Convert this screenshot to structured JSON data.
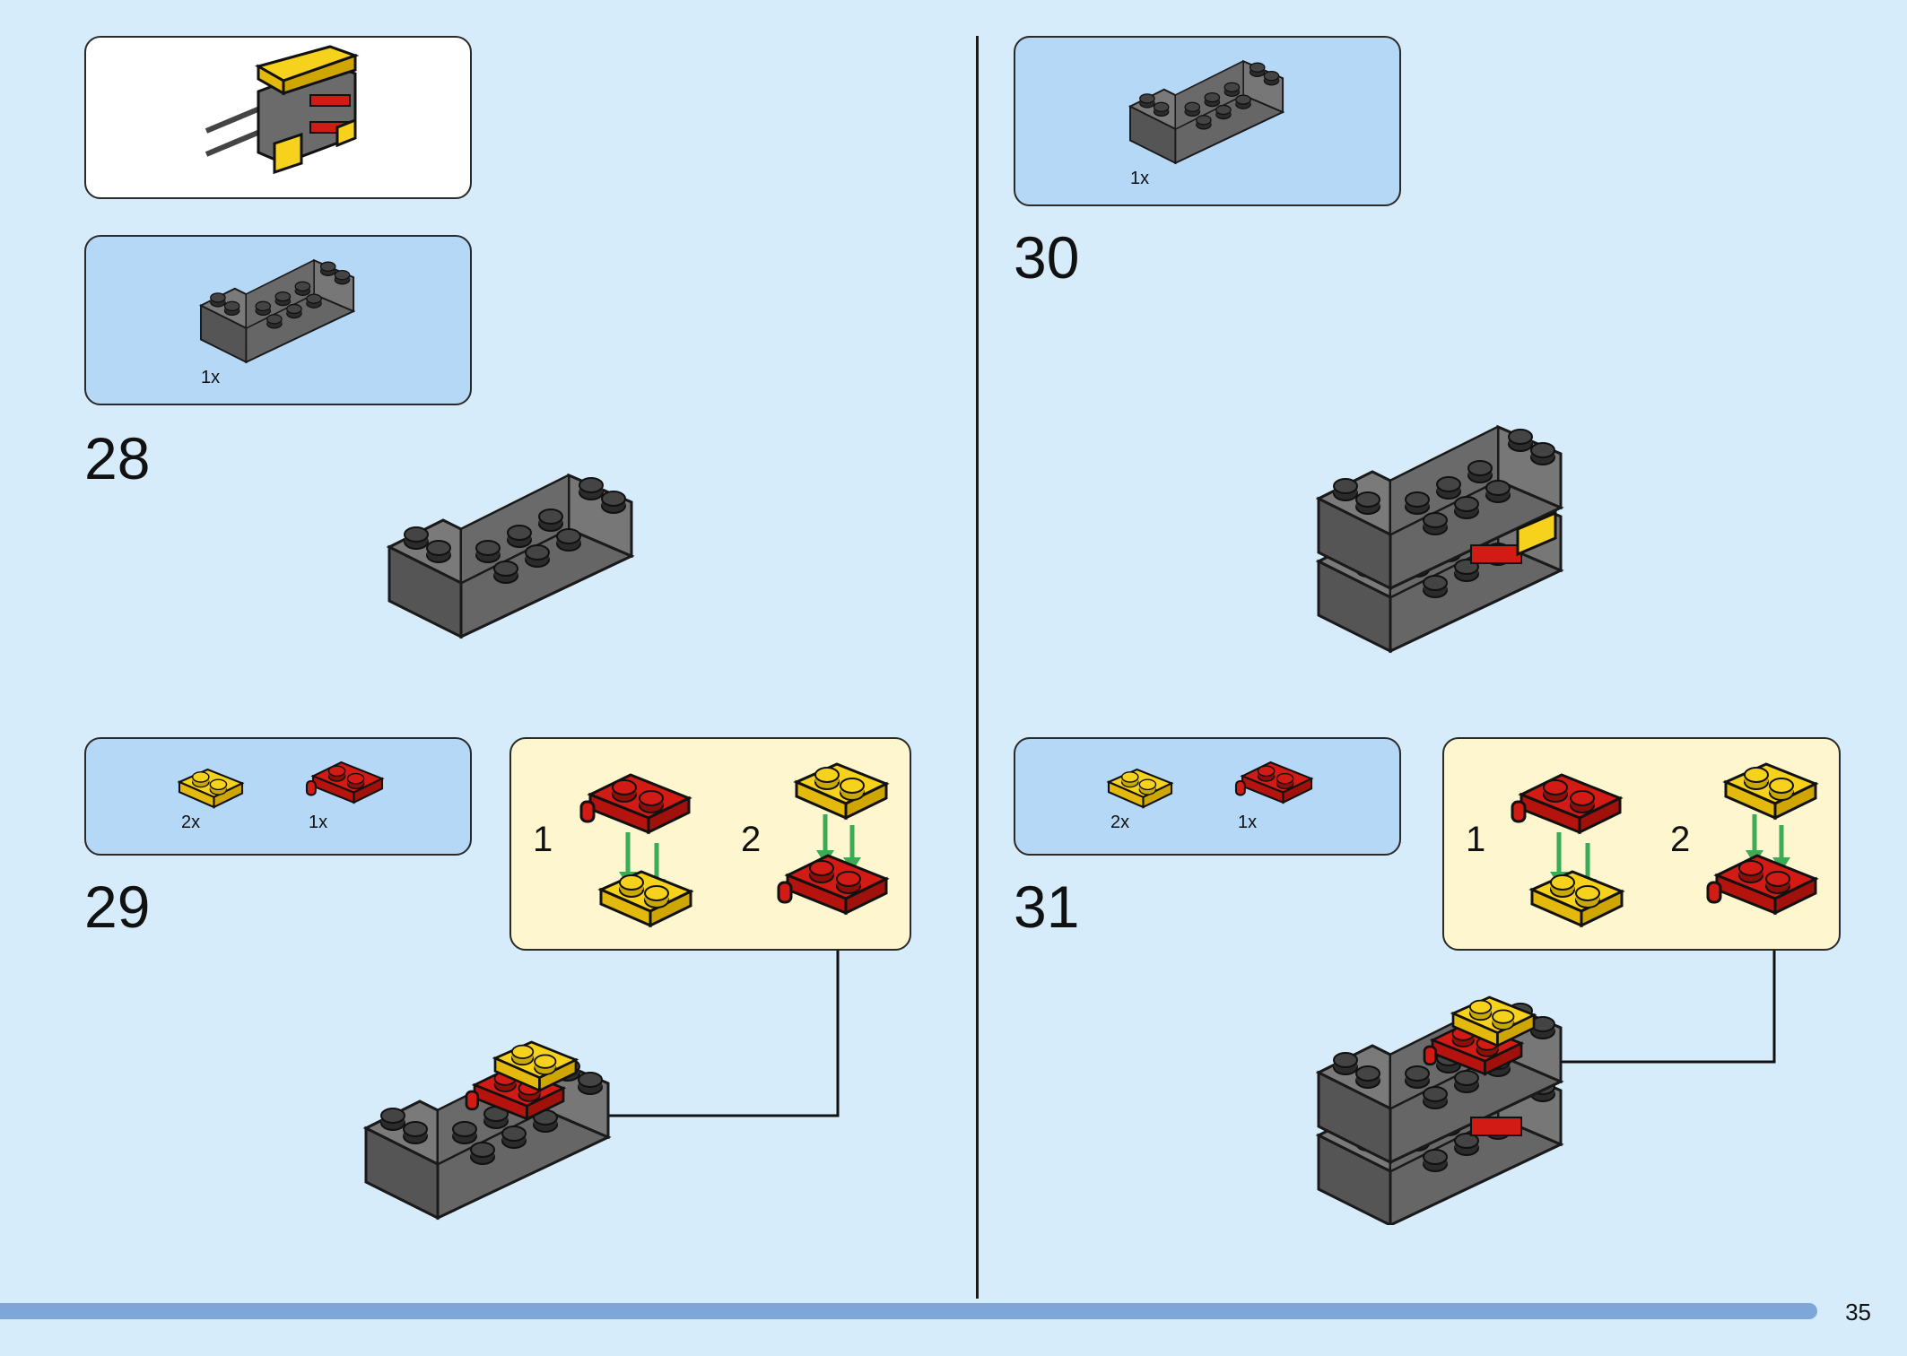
{
  "page": {
    "number": "35"
  },
  "colors": {
    "background": "#d6ecfa",
    "parts_panel": "#b5d8f6",
    "sub_panel": "#fdf6cf",
    "progress": "#7fa6d8",
    "brick_gray": "#6b6b6b",
    "brick_yellow": "#f6d21c",
    "brick_red": "#d21b14",
    "arrow_green": "#3daa55"
  },
  "steps": [
    {
      "number": "28",
      "parts": [
        {
          "qty": "1x",
          "part": "dark-gray-bracket-brick"
        }
      ]
    },
    {
      "number": "29",
      "parts": [
        {
          "qty": "2x",
          "part": "yellow-plate-1x2"
        },
        {
          "qty": "1x",
          "part": "red-plate-with-bar"
        }
      ],
      "sub_steps": [
        "1",
        "2"
      ]
    },
    {
      "number": "30",
      "parts": [
        {
          "qty": "1x",
          "part": "dark-gray-bracket-brick"
        }
      ]
    },
    {
      "number": "31",
      "parts": [
        {
          "qty": "2x",
          "part": "yellow-plate-1x2"
        },
        {
          "qty": "1x",
          "part": "red-plate-with-bar"
        }
      ],
      "sub_steps": [
        "1",
        "2"
      ]
    }
  ]
}
